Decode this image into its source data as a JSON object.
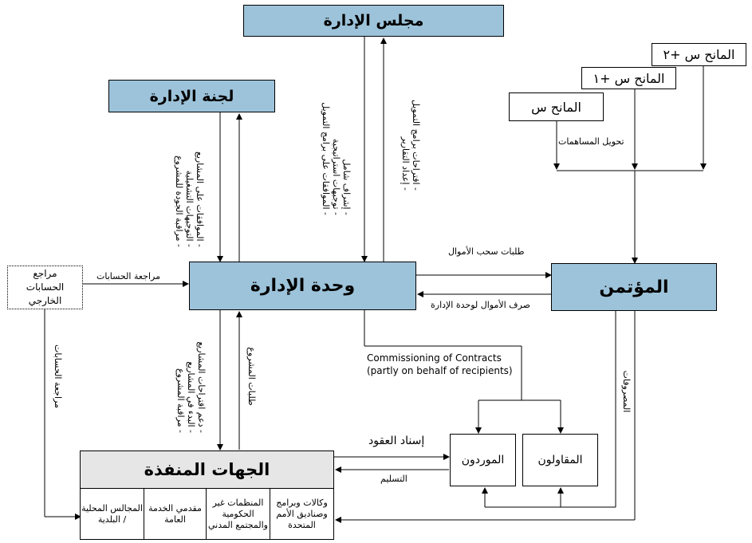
{
  "boxes": {
    "board": "مجلس الإدارة",
    "committee": "لجنة  الإدارة",
    "unit": "وحدة الإدارة",
    "trustee": "المؤتمن",
    "auditor": "مراجع الحسابات الخارجي",
    "agencies": "الجهات المنفذة",
    "suppliers": "الموردون",
    "contractors": "المقاولون",
    "donor1": "المانح س",
    "donor2": "المانح س +١",
    "donor3": "المانح س +٢"
  },
  "agency_types": [
    "وكالات وبرامج وصناديق الأمم المتحدة",
    "المنظمات غير الحكومية والمجتمع المدني",
    "مقدمي الخدمة العامة",
    "المجالس المحلية / البلدية"
  ],
  "labels": {
    "transfer_contributions": "تحويل المساهمات",
    "withdrawal_requests": "طلبات سحب الأموال",
    "disbursement_to_unit": "صرف الأموال لوحدة الإدارة",
    "audit": "مراجعة الحسابات",
    "audit_vertical": "مراجعة الحسابات",
    "expenses": "المصروفات",
    "project_requests": "طلبات المشروع",
    "contract_award": "إسناد العقود",
    "delivery": "التسليم",
    "commissioning_line1": "Commissioning of Contracts",
    "commissioning_line2": "(partly on behalf of recipients)"
  },
  "board_down_lines": [
    "- إشراف شامل",
    "- توجيهات استراتيجية",
    "- الموافقات على برامج التمويل"
  ],
  "board_up_lines": [
    "- اقتراحات برامج التمويل",
    "- إعداد التقارير"
  ],
  "committee_lines": [
    "- الموافقات على المشاريع",
    "- التوجيهات التشغيلية",
    "- مراقبة الجودة للمشروع"
  ],
  "unit_down_lines": [
    "- دعم اقتراحات المشاريع",
    "- البدء في المشاريع",
    "- مراقبة المشروع"
  ],
  "colors": {
    "box_blue": "#9dc3da",
    "agencies_grey": "#e6e6e6"
  }
}
